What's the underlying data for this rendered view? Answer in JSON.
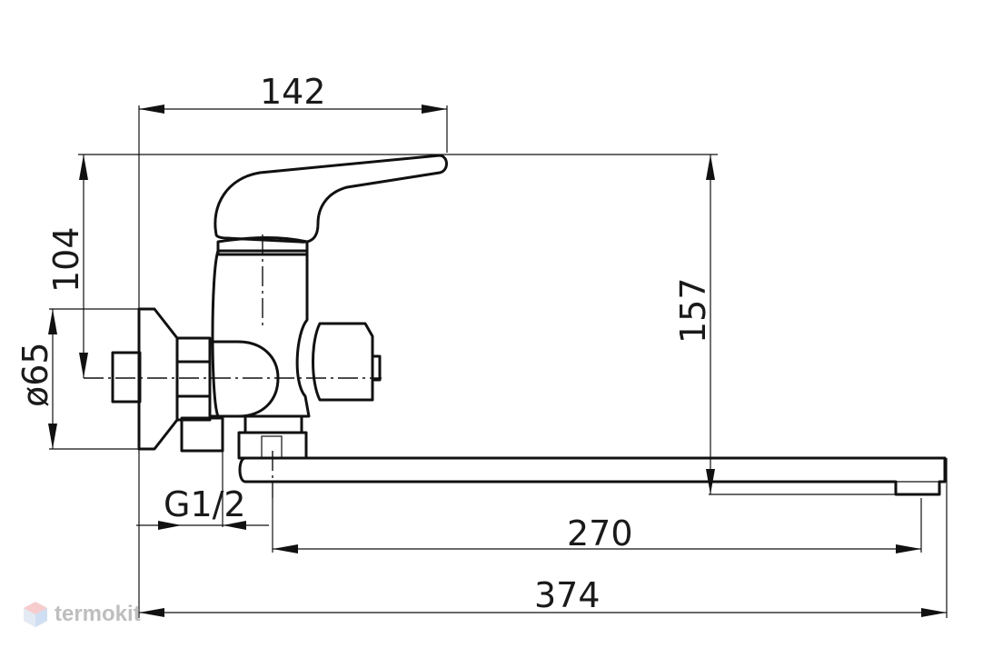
{
  "dimensions": {
    "width_142": "142",
    "height_104": "104",
    "diameter_65": "ø65",
    "height_157": "157",
    "thread": "G1/2",
    "length_270": "270",
    "length_374": "374"
  },
  "watermark": {
    "text": "termokit",
    "icon": "termokit-logo-icon"
  }
}
